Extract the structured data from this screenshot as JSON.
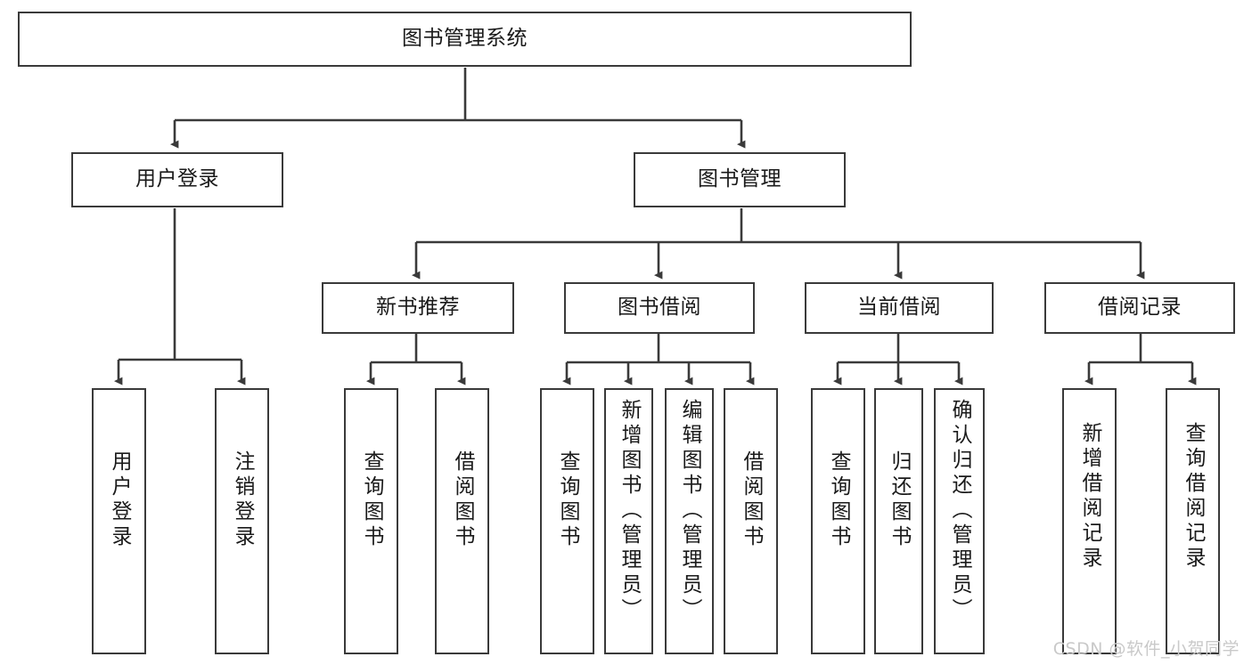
{
  "diagram": {
    "title": "图书管理系统",
    "type": "tree-hierarchy-chart",
    "stroke_color": "#3a3a3a",
    "background_color": "#ffffff",
    "text_color": "#1a1a1a",
    "nodes": {
      "root": {
        "label": "图书管理系统"
      },
      "level2": [
        {
          "id": "user-login",
          "label": "用户登录"
        },
        {
          "id": "book-manage",
          "label": "图书管理"
        }
      ],
      "level3": [
        {
          "id": "new-book-recommend",
          "label": "新书推荐"
        },
        {
          "id": "book-borrow",
          "label": "图书借阅"
        },
        {
          "id": "current-borrow",
          "label": "当前借阅"
        },
        {
          "id": "borrow-record",
          "label": "借阅记录"
        }
      ],
      "leaves": {
        "user_login": [
          {
            "id": "leaf-user-login",
            "label": "用户登录"
          },
          {
            "id": "leaf-logout-login",
            "label": "注销登录"
          }
        ],
        "new_book_recommend": [
          {
            "id": "leaf-query-book-1",
            "label": "查询图书"
          },
          {
            "id": "leaf-borrow-book-1",
            "label": "借阅图书"
          }
        ],
        "book_borrow": [
          {
            "id": "leaf-query-book-2",
            "label": "查询图书"
          },
          {
            "id": "leaf-add-book",
            "label": "新增图书（管理员）"
          },
          {
            "id": "leaf-edit-book",
            "label": "编辑图书（管理员）"
          },
          {
            "id": "leaf-borrow-book-2",
            "label": "借阅图书"
          }
        ],
        "current_borrow": [
          {
            "id": "leaf-query-book-3",
            "label": "查询图书"
          },
          {
            "id": "leaf-return-book",
            "label": "归还图书"
          },
          {
            "id": "leaf-confirm-return",
            "label": "确认归还（管理员）"
          }
        ],
        "borrow_record": [
          {
            "id": "leaf-add-record",
            "label": "新增借阅记录"
          },
          {
            "id": "leaf-query-record",
            "label": "查询借阅记录"
          }
        ]
      }
    }
  },
  "watermark": {
    "text": "CSDN @软件_小贺同学"
  }
}
